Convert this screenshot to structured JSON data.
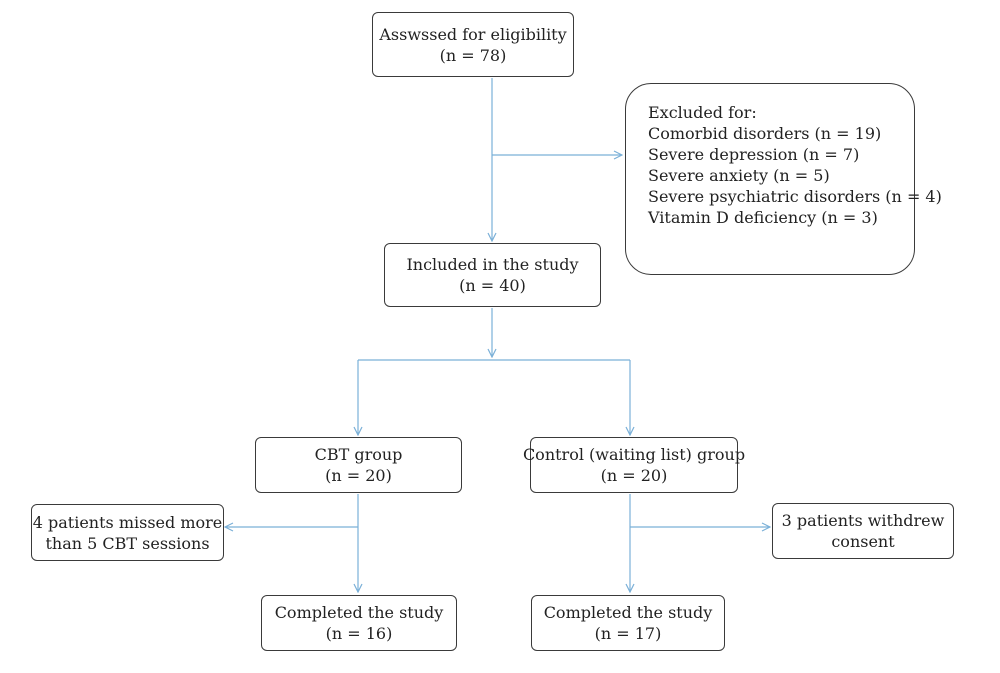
{
  "nodes": {
    "eligibility": {
      "line1": "Asswssed for eligibility",
      "line2": "(n = 78)"
    },
    "excluded": {
      "title": "Excluded for:",
      "items": [
        "Comorbid disorders (n = 19)",
        "Severe depression (n = 7)",
        "Severe anxiety (n = 5)",
        "Severe psychiatric disorders (n = 4)",
        "Vitamin D deficiency (n = 3)"
      ]
    },
    "included": {
      "line1": "Included in the study",
      "line2": "(n = 40)"
    },
    "cbt": {
      "line1": "CBT group",
      "line2": "(n = 20)"
    },
    "control": {
      "line1": "Control (waiting list) group",
      "line2": "(n = 20)"
    },
    "cbt_missed": {
      "line1": "4 patients missed more",
      "line2": "than 5 CBT sessions"
    },
    "control_withdrew": {
      "line1": "3 patients withdrew",
      "line2": "consent"
    },
    "cbt_completed": {
      "line1": "Completed the study",
      "line2": "(n = 16)"
    },
    "control_completed": {
      "line1": "Completed the study",
      "line2": "(n = 17)"
    }
  },
  "colors": {
    "arrow": "#7ab0d8",
    "border": "#3a3a3a"
  }
}
